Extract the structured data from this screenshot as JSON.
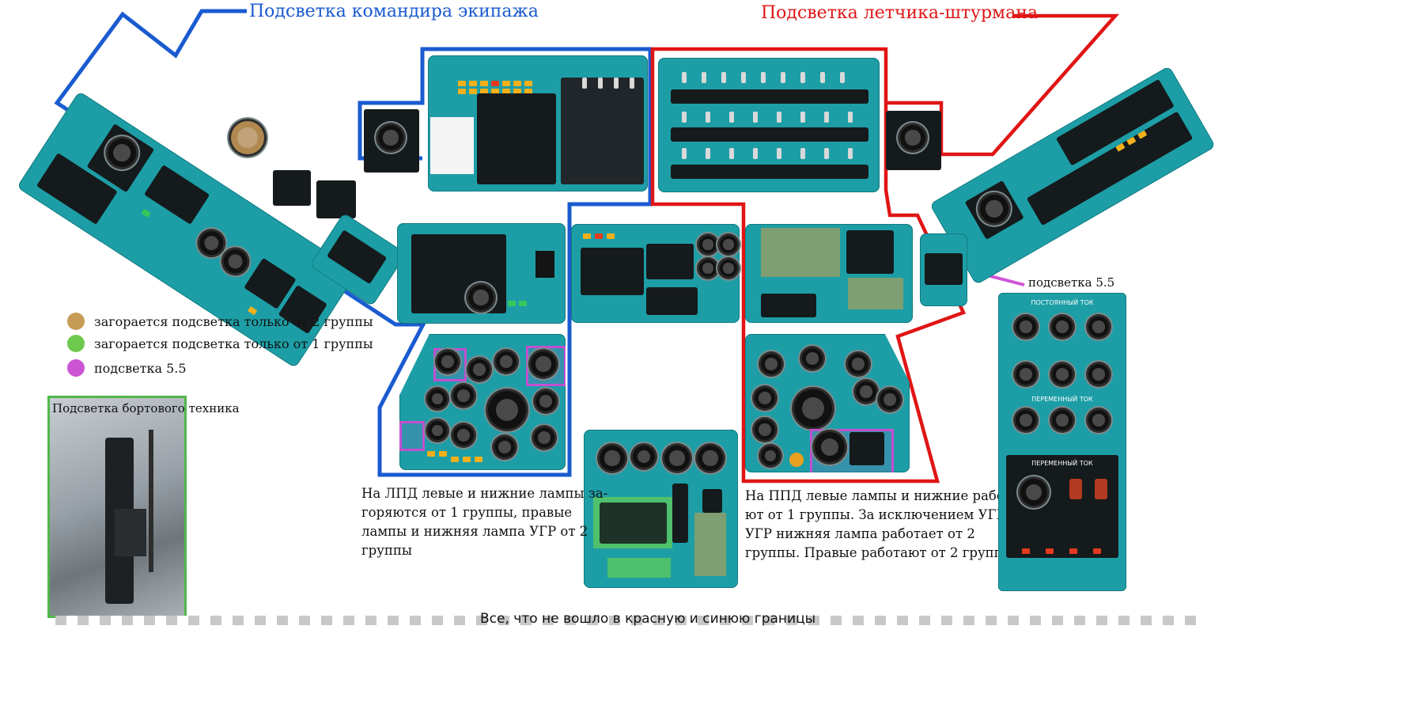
{
  "titles": {
    "commander": "Подсветка командира экипажа",
    "navigator": "Подсветка летчика-штурмана"
  },
  "legend": [
    {
      "label": "загорается подсветка только от 2 группы",
      "color": "#c69c55"
    },
    {
      "label": "загорается подсветка только от 1 группы",
      "color": "#6dc84e"
    },
    {
      "label": "подсветка 5.5",
      "color": "#cc55d4"
    }
  ],
  "callout_55": "подсветка 5.5",
  "photo_label": "Подсветка бортового техника",
  "notes": {
    "lpd": [
      "На ЛПД левые и нижние лампы за-",
      "горяются от 1 группы, правые",
      "лампы и нижняя лампа УГР от 2",
      "группы"
    ],
    "ppd": [
      "На ППД левые лампы и нижние работа-",
      "ют от 1 группы. За исключением УГР. У",
      "УГР нижняя лампа работает от 2",
      "группы. Правые работают от 2 группы"
    ]
  },
  "bottom_text": "Все, что не вошло в красную и синюю границы",
  "panel_labels": {
    "dc": "ПОСТОЯННЫЙ ТОК",
    "ac": "ПЕРЕМЕННЫЙ ТОК",
    "ac2": "ПЕРЕМЕННЫЙ ТОК"
  },
  "colors": {
    "blue_border": "#1a5bd0",
    "red_border": "#e01515",
    "panel": "#1d9ea6",
    "pink": "#cc55d4",
    "green": "#4fb84a"
  }
}
